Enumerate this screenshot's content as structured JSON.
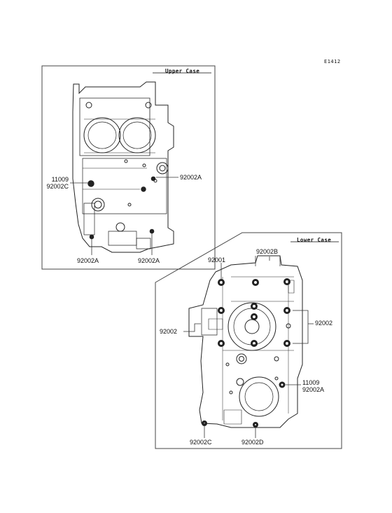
{
  "diagram_code": "E1412",
  "upper_panel": {
    "title": "Upper Case",
    "callouts": {
      "c1a": "11009",
      "c1b": "92002C",
      "c2": "92002A",
      "c3": "92002A",
      "c4": "92002A"
    }
  },
  "lower_panel": {
    "title": "Lower Case",
    "callouts": {
      "c1": "92002B",
      "c2": "92001",
      "c3": "92002",
      "c4": "92002",
      "c5a": "11009",
      "c5b": "92002A",
      "c6": "92002C",
      "c7": "92002D"
    }
  },
  "colors": {
    "line": "#222222",
    "background": "#ffffff"
  }
}
